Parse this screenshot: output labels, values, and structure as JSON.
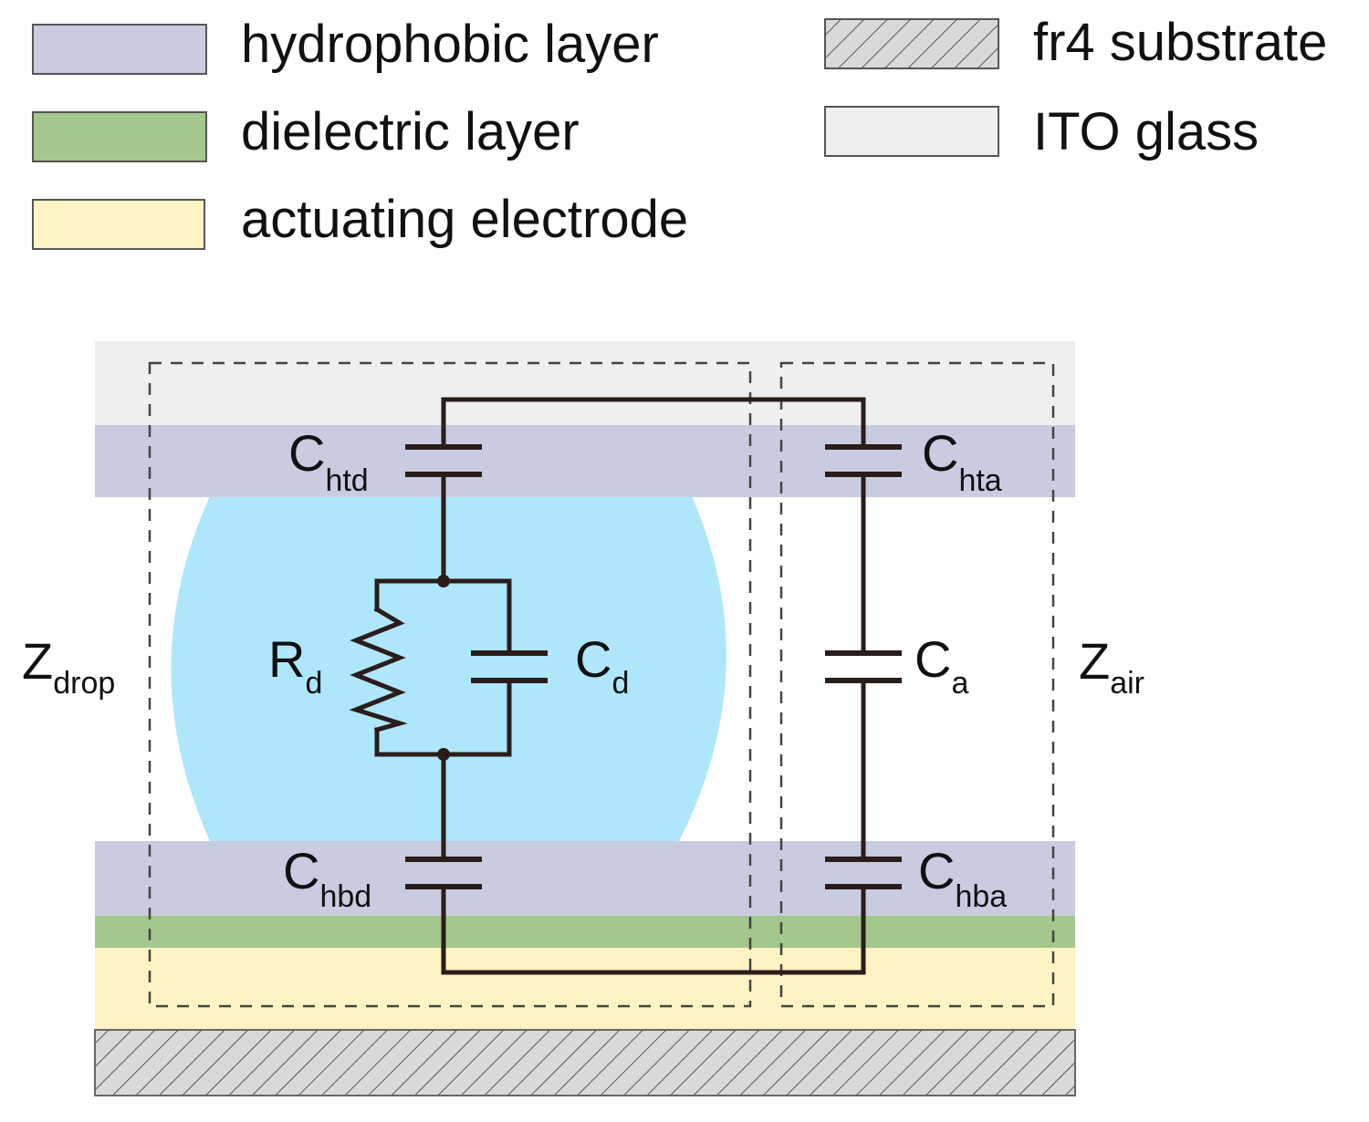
{
  "colors": {
    "hydrophobic": "#c9cce0",
    "dielectric": "#a4c78d",
    "electrode": "#fdf3c4",
    "ito": "#efefef",
    "fr4": "#d9d9d9",
    "droplet": "#aee6fb",
    "wire": "#2b1d1b"
  },
  "legend": {
    "hydrophobic_label": "hydrophobic layer",
    "dielectric_label": "dielectric layer",
    "electrode_label": "actuating electrode",
    "fr4_label": "fr4 substrate",
    "ito_label": "ITO glass"
  },
  "labels": {
    "z_drop": {
      "main": "Z",
      "sub": "drop"
    },
    "z_air": {
      "main": "Z",
      "sub": "air"
    },
    "c_htd": {
      "main": "C",
      "sub": "htd"
    },
    "c_hta": {
      "main": "C",
      "sub": "hta"
    },
    "r_d": {
      "main": "R",
      "sub": "d"
    },
    "c_d": {
      "main": "C",
      "sub": "d"
    },
    "c_a": {
      "main": "C",
      "sub": "a"
    },
    "c_hbd": {
      "main": "C",
      "sub": "hbd"
    },
    "c_hba": {
      "main": "C",
      "sub": "hba"
    }
  }
}
